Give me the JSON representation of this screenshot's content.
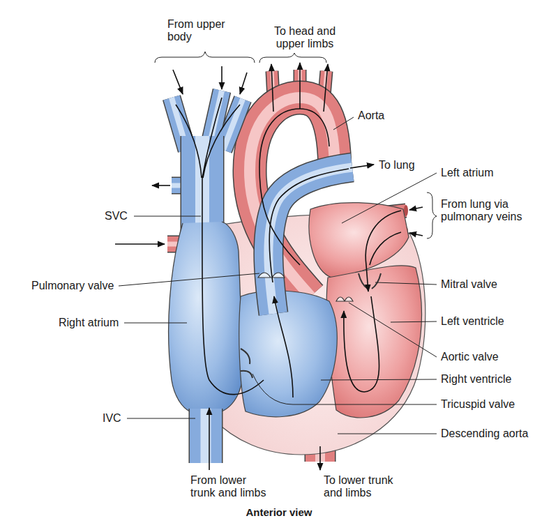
{
  "diagram": {
    "caption": "Anterior view",
    "labels": [
      "From upper body",
      "To head and upper limbs",
      "Aorta",
      "To lung",
      "Left atrium",
      "From lung via pulmonary veins",
      "SVC",
      "Pulmonary valve",
      "Mitral valve",
      "Right atrium",
      "Left ventricle",
      "Aortic valve",
      "Right ventricle",
      "Tricuspid valve",
      "IVC",
      "Descending aorta",
      "From lower trunk and limbs",
      "To lower trunk and limbs"
    ]
  }
}
